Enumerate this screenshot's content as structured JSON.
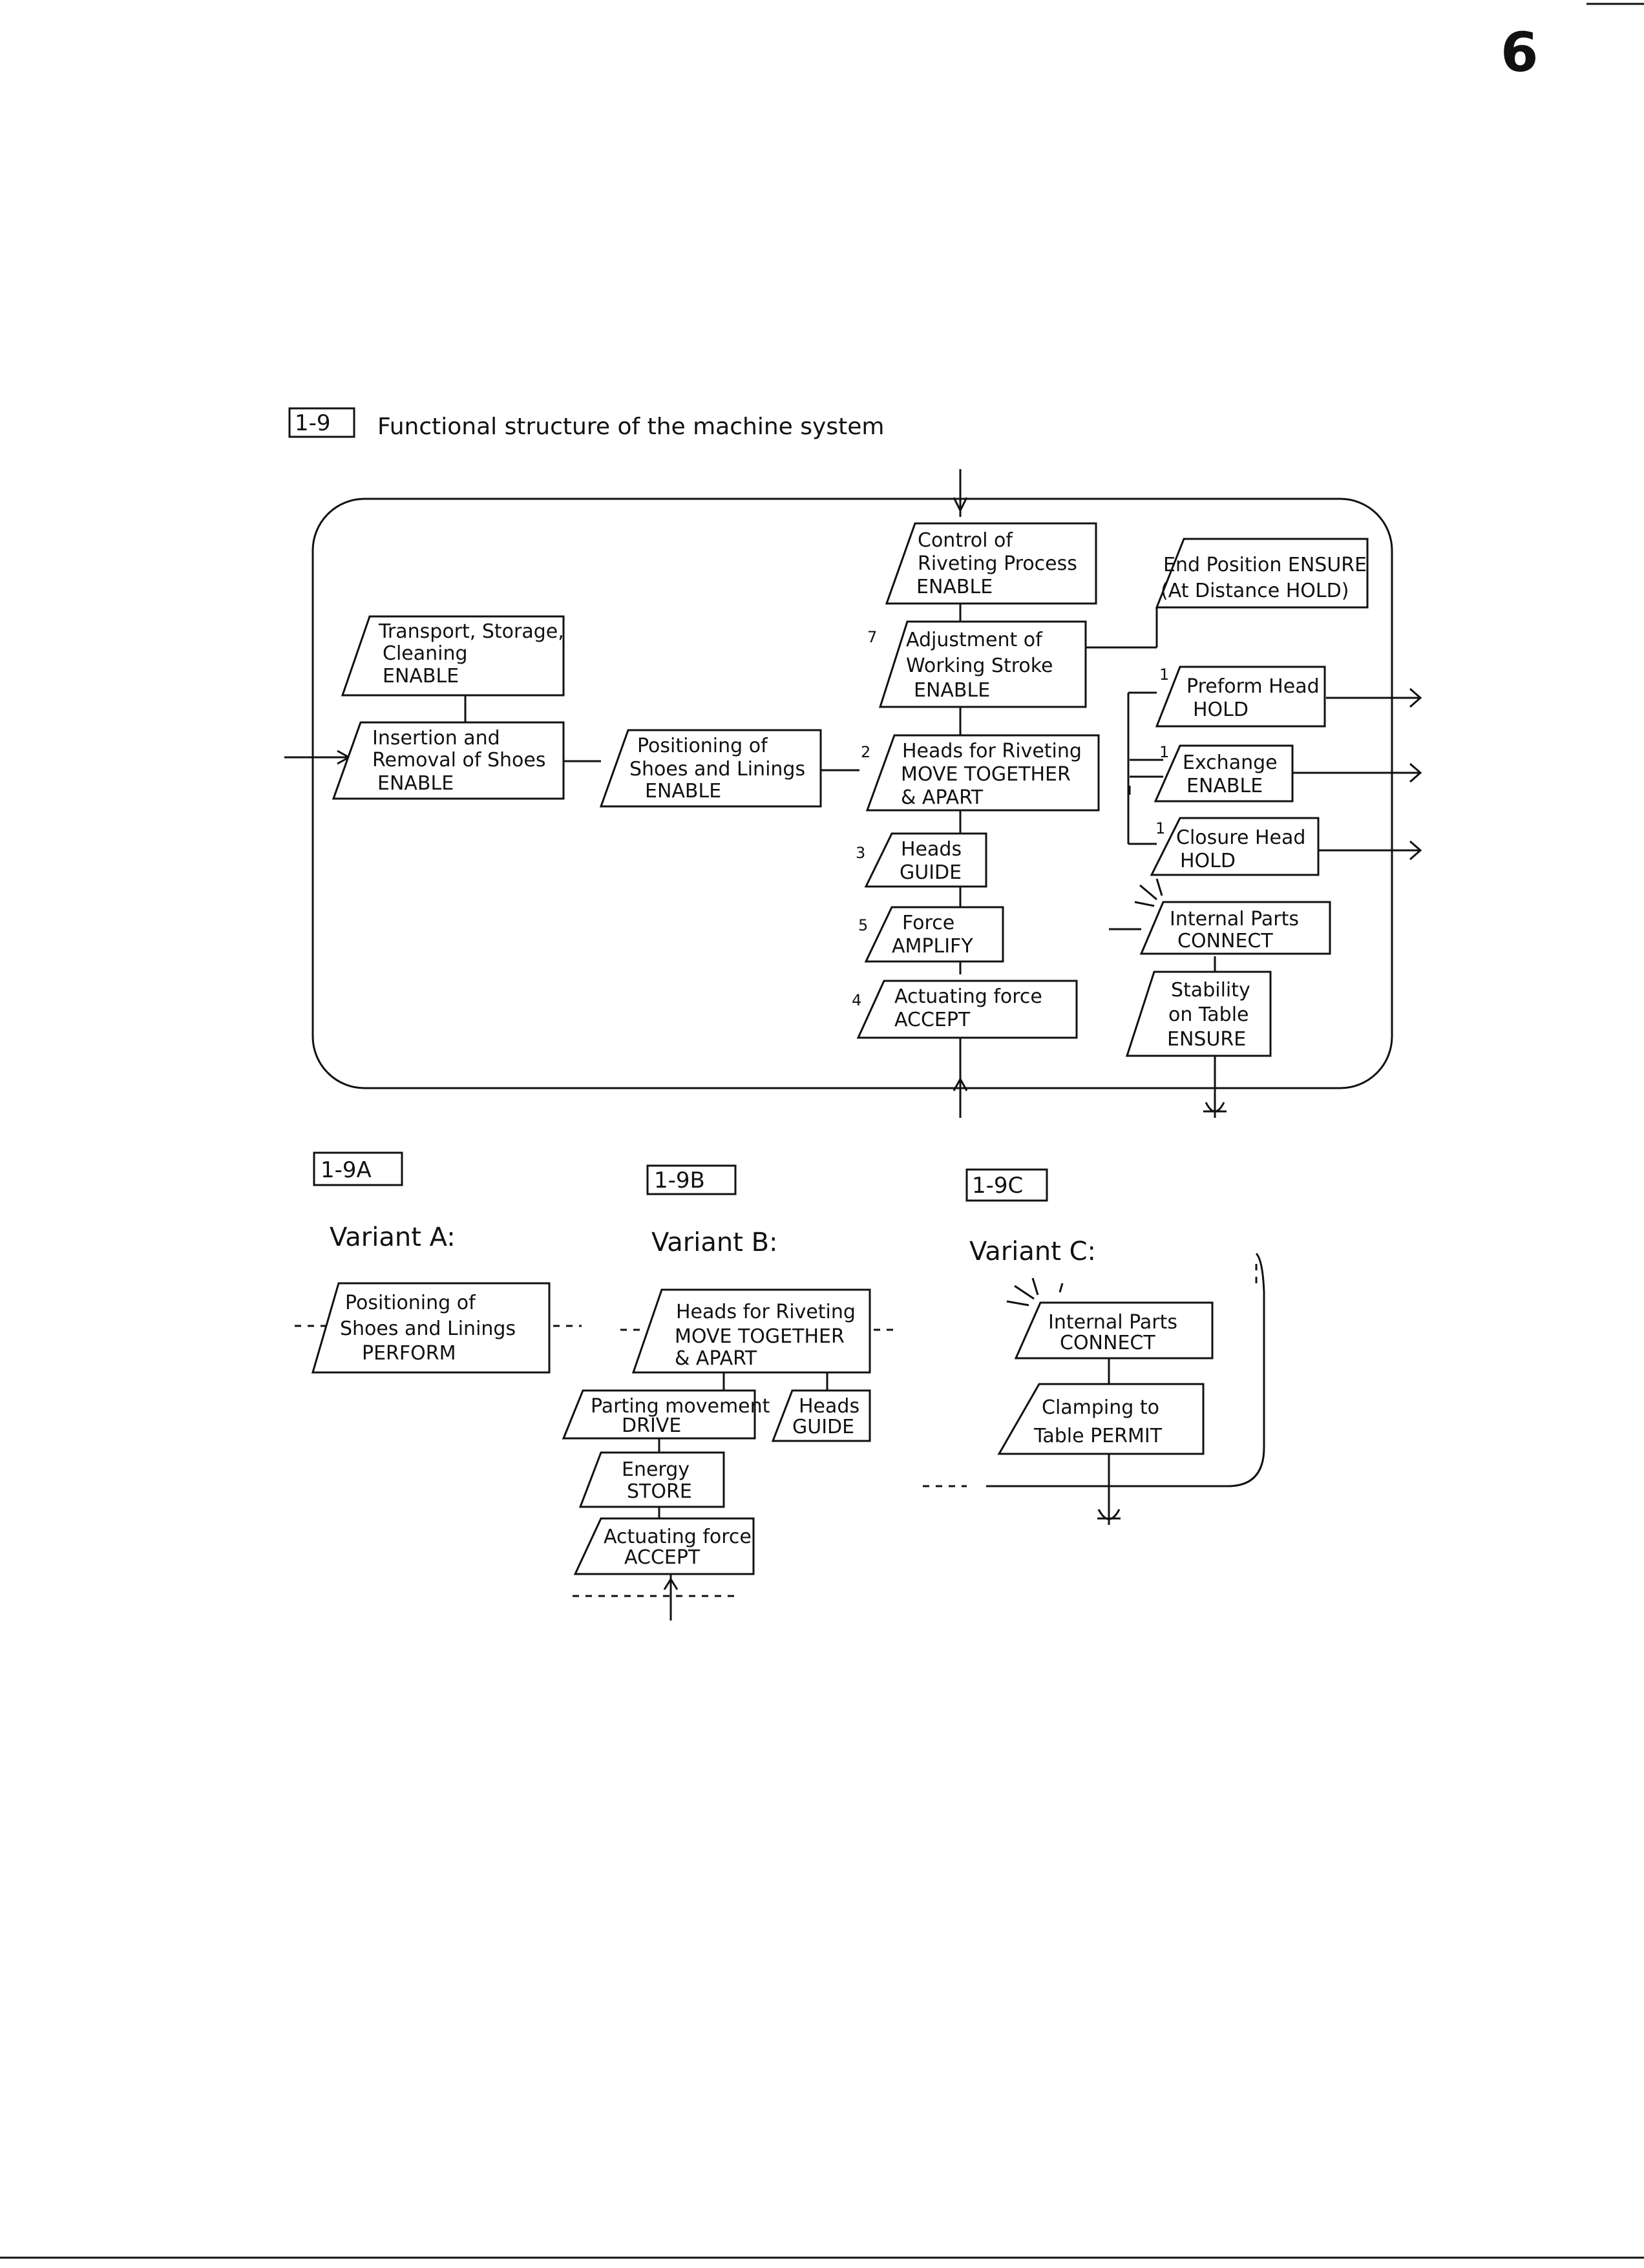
{
  "page_number": "6",
  "main_figure": {
    "tag": "1-9",
    "title": "Functional structure of the machine system"
  },
  "blocks": [
    {
      "id": "transport",
      "lines": [
        "Transport, Storage,",
        "Cleaning",
        "ENABLE"
      ]
    },
    {
      "id": "insertion",
      "lines": [
        "Insertion and",
        "Removal of Shoes",
        "ENABLE"
      ]
    },
    {
      "id": "positioning",
      "lines": [
        "Positioning of",
        "Shoes and Linings",
        "ENABLE"
      ]
    },
    {
      "id": "control",
      "lines": [
        "Control of",
        "Riveting Process",
        "ENABLE"
      ]
    },
    {
      "id": "end_position",
      "lines": [
        "End Position ENSURE",
        "(At Distance HOLD)"
      ]
    },
    {
      "id": "adjustment",
      "lines": [
        "Adjustment of",
        "Working Stroke",
        "ENABLE"
      ]
    },
    {
      "id": "heads_move",
      "lines": [
        "Heads for Riveting",
        "MOVE TOGETHER",
        "& APART"
      ]
    },
    {
      "id": "heads_guide",
      "lines": [
        "Heads",
        "GUIDE"
      ]
    },
    {
      "id": "force",
      "lines": [
        "Force",
        "AMPLIFY"
      ]
    },
    {
      "id": "actuating",
      "lines": [
        "Actuating force",
        "ACCEPT"
      ]
    },
    {
      "id": "preform",
      "lines": [
        "Preform Head",
        "HOLD"
      ]
    },
    {
      "id": "exchange",
      "lines": [
        "Exchange",
        "ENABLE"
      ]
    },
    {
      "id": "closure",
      "lines": [
        "Closure Head",
        "HOLD"
      ]
    },
    {
      "id": "internal_parts",
      "lines": [
        "Internal Parts",
        "CONNECT"
      ]
    },
    {
      "id": "stability",
      "lines": [
        "Stability",
        "on Table",
        "ENSURE"
      ]
    }
  ],
  "numbers": {
    "adjustment": "7",
    "heads_move": "2",
    "heads_guide": "3",
    "force": "5",
    "actuating": "4",
    "preform": "1",
    "exchange": "1",
    "closure": "1"
  },
  "variants": [
    {
      "tag": "1-9A",
      "label": "Variant A:",
      "blocks": [
        {
          "id": "va_pos",
          "lines": [
            "Positioning of",
            "Shoes and Linings",
            "PERFORM"
          ]
        }
      ]
    },
    {
      "tag": "1-9B",
      "label": "Variant B:",
      "blocks": [
        {
          "id": "vb_heads",
          "lines": [
            "Heads for Riveting",
            "MOVE TOGETHER",
            "& APART"
          ]
        },
        {
          "id": "vb_parting",
          "lines": [
            "Parting movement",
            "DRIVE"
          ]
        },
        {
          "id": "vb_guide",
          "lines": [
            "Heads",
            "GUIDE"
          ]
        },
        {
          "id": "vb_energy",
          "lines": [
            "Energy",
            "STORE"
          ]
        },
        {
          "id": "vb_actuating",
          "lines": [
            "Actuating force",
            "ACCEPT"
          ]
        }
      ]
    },
    {
      "tag": "1-9C",
      "label": "Variant C:",
      "blocks": [
        {
          "id": "vc_internal",
          "lines": [
            "Internal Parts",
            "CONNECT"
          ]
        },
        {
          "id": "vc_clamping",
          "lines": [
            "Clamping to",
            "Table PERMIT"
          ]
        }
      ]
    }
  ]
}
